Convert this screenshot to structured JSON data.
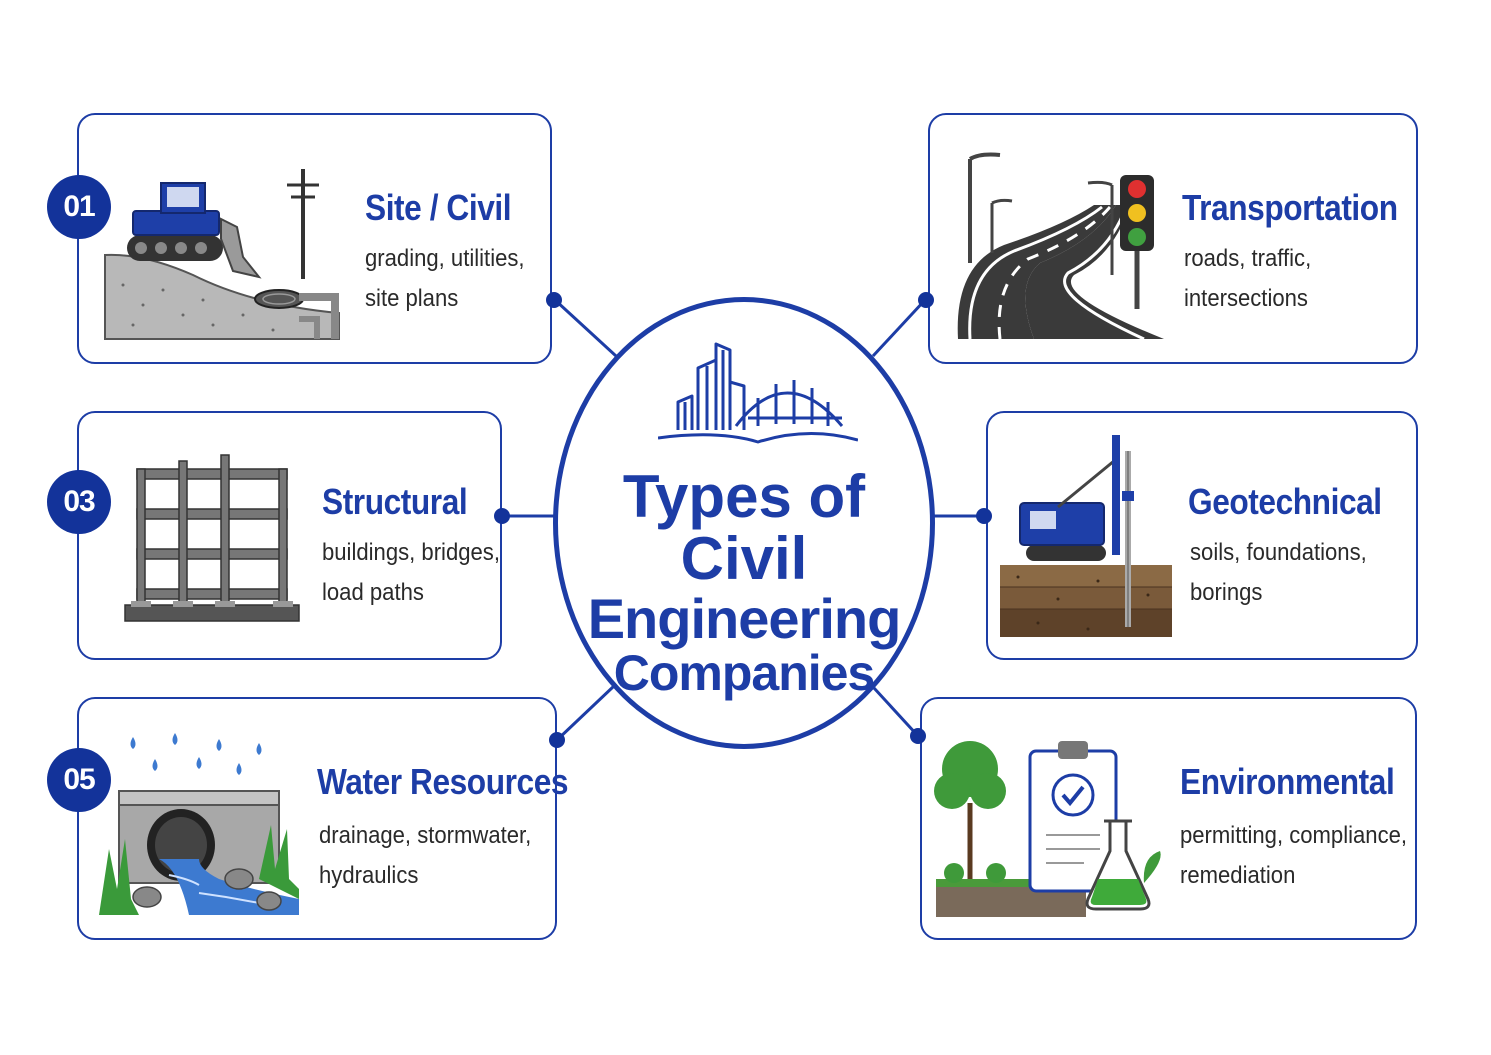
{
  "center": {
    "title_lines": [
      "Types of",
      "Civil",
      "Engineering",
      "Companies"
    ]
  },
  "cards": [
    {
      "number": "01",
      "title": "Site / Civil",
      "desc_lines": [
        "grading, utilities,",
        "site plans"
      ],
      "icon": "bulldozer-icon"
    },
    {
      "number": "",
      "title": "Transportation",
      "desc_lines": [
        "roads, traffic,",
        "intersections"
      ],
      "icon": "road-traffic-light-icon"
    },
    {
      "number": "03",
      "title": "Structural",
      "desc_lines": [
        "buildings, bridges,",
        "load paths"
      ],
      "icon": "building-frame-icon"
    },
    {
      "number": "",
      "title": "Geotechnical",
      "desc_lines": [
        "soils, foundations,",
        "borings"
      ],
      "icon": "drill-rig-icon"
    },
    {
      "number": "05",
      "title": "Water Resources",
      "desc_lines": [
        "drainage, stormwater,",
        "hydraulics"
      ],
      "icon": "culvert-stream-icon"
    },
    {
      "number": "",
      "title": "Environmental",
      "desc_lines": [
        "permitting, compliance,",
        "remediation"
      ],
      "icon": "clipboard-flask-icon"
    }
  ],
  "colors": {
    "primary": "#1d3da6",
    "badge": "#13339a",
    "text": "#2a2a2a"
  }
}
